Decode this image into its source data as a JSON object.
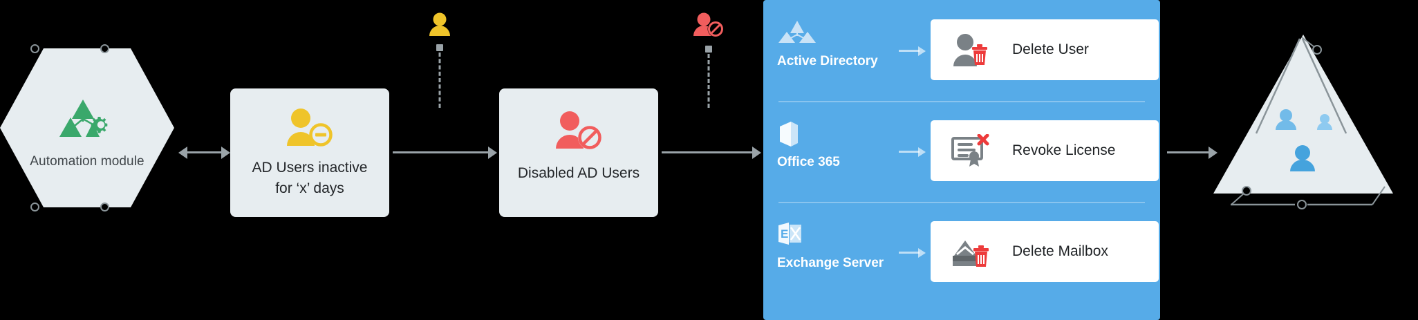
{
  "diagram": {
    "title": "Inactive AD user cleanup automation flow",
    "colors": {
      "panel_blue": "#56abe8",
      "pale_gray": "#e7edf0",
      "arrow_gray": "#9aa3a8",
      "yellow": "#efc42a",
      "red": "#f15d5d",
      "green": "#3aa86b",
      "person_blue": "#56abe8"
    },
    "automation": {
      "label": "Automation module",
      "icon": "automation-triangles-gear-icon"
    },
    "stages": [
      {
        "id": "inactive",
        "label_line1": "AD Users inactive",
        "label_line2": "for ‘x’ days",
        "icon": "user-minus-icon",
        "icon_color": "#efc42a"
      },
      {
        "id": "disabled",
        "label_line1": "Disabled AD Users",
        "label_line2": "",
        "icon": "user-blocked-icon",
        "icon_color": "#f15d5d"
      }
    ],
    "droppers": [
      {
        "id": "inactive-user",
        "icon": "user-icon",
        "icon_color": "#efc42a"
      },
      {
        "id": "disabled-user",
        "icon": "user-blocked-icon",
        "icon_color": "#f15d5d"
      }
    ],
    "services": [
      {
        "name": "Active Directory",
        "service_icon": "active-directory-icon",
        "action_label": "Delete User",
        "action_icon": "user-delete-trash-icon"
      },
      {
        "name": "Office 365",
        "service_icon": "office-365-icon",
        "action_label": "Revoke License",
        "action_icon": "certificate-revoke-icon"
      },
      {
        "name": "Exchange Server",
        "service_icon": "exchange-server-icon",
        "action_label": "Delete Mailbox",
        "action_icon": "mailbox-delete-trash-icon"
      }
    ],
    "result": {
      "label": "",
      "icon": "users-group-triangle-icon",
      "person_count": 3
    }
  }
}
